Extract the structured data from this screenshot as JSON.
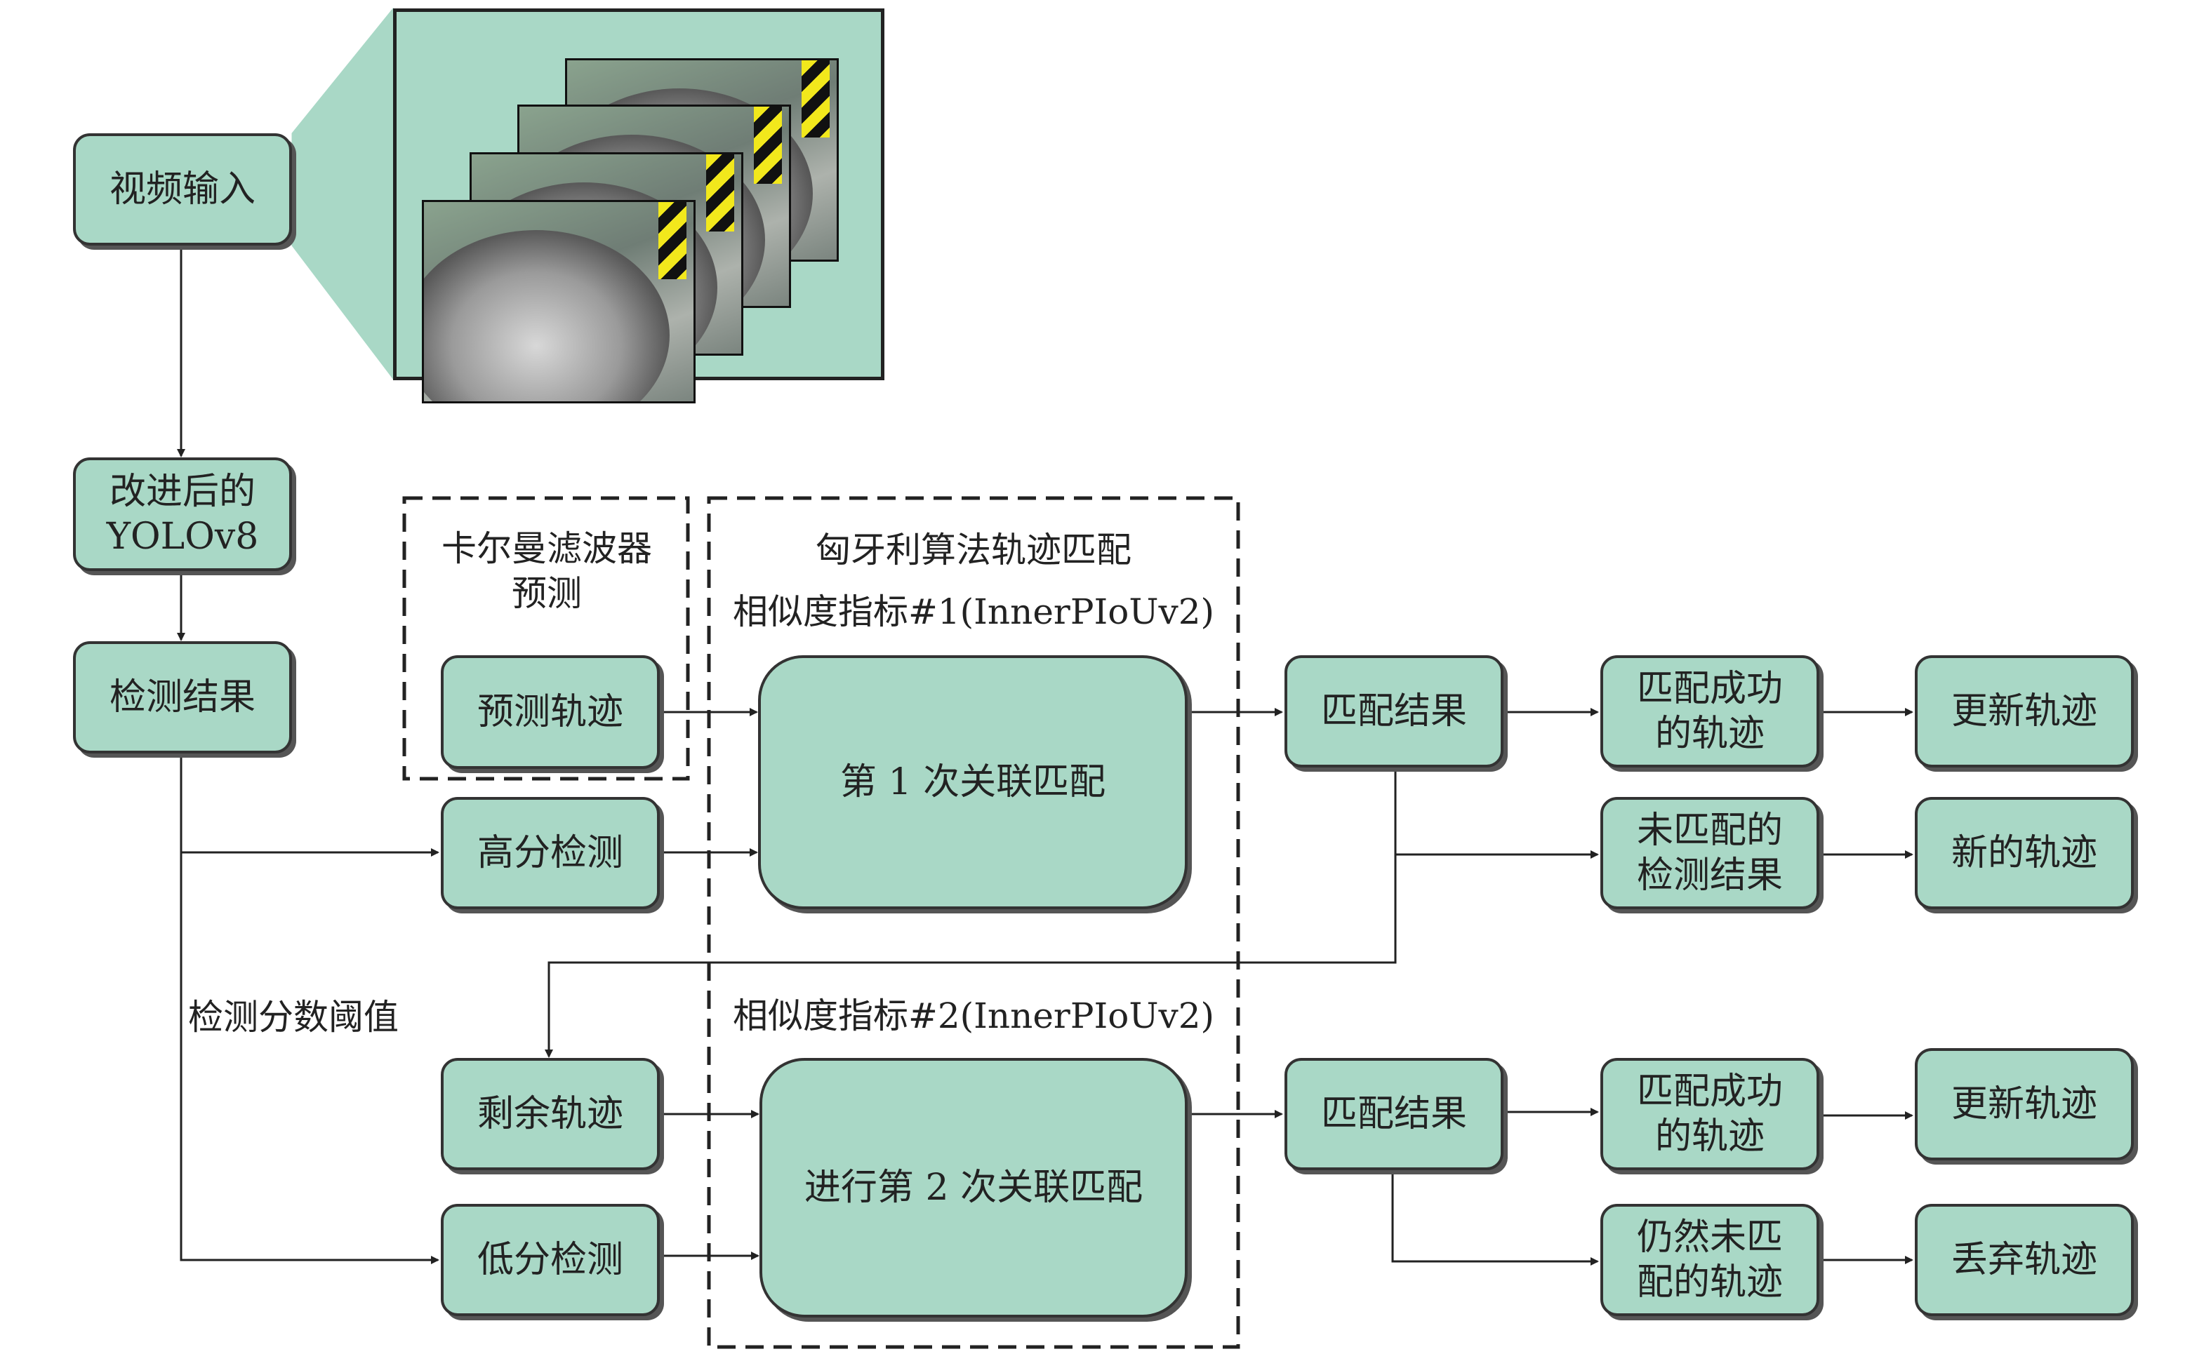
{
  "nodes": {
    "video_input": "视频输入",
    "yolo": "改进后的\nYOLOv8",
    "detect_result": "检测结果",
    "predict_track": "预测轨迹",
    "high_detect": "高分检测",
    "remain_track": "剩余轨迹",
    "low_detect": "低分检测",
    "first_match": "第 1 次关联匹配",
    "second_match": "进行第 2 次关联匹配",
    "match_result_1": "匹配结果",
    "match_result_2": "匹配结果",
    "matched_track_1": "匹配成功\n的轨迹",
    "unmatched_detect": "未匹配的\n检测结果",
    "matched_track_2": "匹配成功\n的轨迹",
    "still_unmatched": "仍然未匹\n配的轨迹",
    "update_track_1": "更新轨迹",
    "new_track": "新的轨迹",
    "update_track_2": "更新轨迹",
    "discard_track": "丢弃轨迹"
  },
  "labels": {
    "kalman": "卡尔曼滤波器\n预测",
    "hungarian": "匈牙利算法轨迹匹配",
    "similarity_1": "相似度指标#1(InnerPIoUv2)",
    "similarity_2": "相似度指标#2(InnerPIoUv2)",
    "threshold": "检测分数阈值"
  },
  "colors": {
    "node_fill": "#a9d8c6",
    "stroke": "#333333"
  }
}
